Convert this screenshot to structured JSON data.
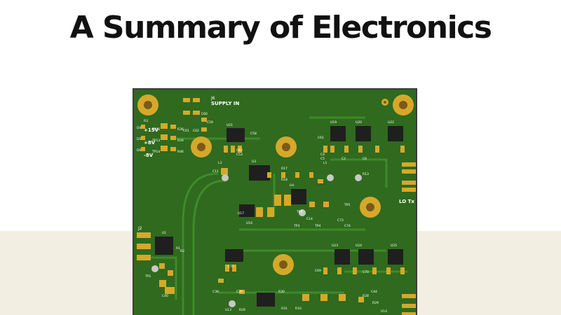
{
  "page": {
    "title": "A Summary of Electronics"
  },
  "pcb": {
    "connector_label": "J6",
    "supply_label": "SUPPLY IN",
    "rail_labels": [
      "+15V",
      "+8V",
      "-8V"
    ],
    "lo_label": "LO Tx",
    "j2_label": "J2",
    "refdes": [
      "R3",
      "D4",
      "D5",
      "D6",
      "TP12",
      "TP13",
      "TP14",
      "R36",
      "R26",
      "R46",
      "C61",
      "C62",
      "C60",
      "C59",
      "U21",
      "C63",
      "C53",
      "C58",
      "U19",
      "U20",
      "C61",
      "U22",
      "C4",
      "C5",
      "C2",
      "C6",
      "L1",
      "L3",
      "C11",
      "U3",
      "R13",
      "TP5",
      "TP6",
      "R17",
      "R18",
      "U4",
      "C14",
      "U17",
      "U16",
      "C71",
      "C73",
      "C74",
      "TP1",
      "TP3",
      "TP4",
      "U1",
      "R1",
      "R2",
      "U23",
      "U24",
      "U25",
      "C69",
      "C70",
      "U13",
      "U14",
      "C40",
      "C44",
      "R29",
      "R30",
      "R31",
      "C39",
      "C38",
      "R33",
      "R28",
      "R29"
    ],
    "colors": {
      "board": "#2f6a1e",
      "trace": "#3f8a2a",
      "pad_gold": "#d6a82a",
      "hole": "#7a5a1a",
      "silk": "#ffffff",
      "ic_body": "#1f1f1f"
    }
  }
}
